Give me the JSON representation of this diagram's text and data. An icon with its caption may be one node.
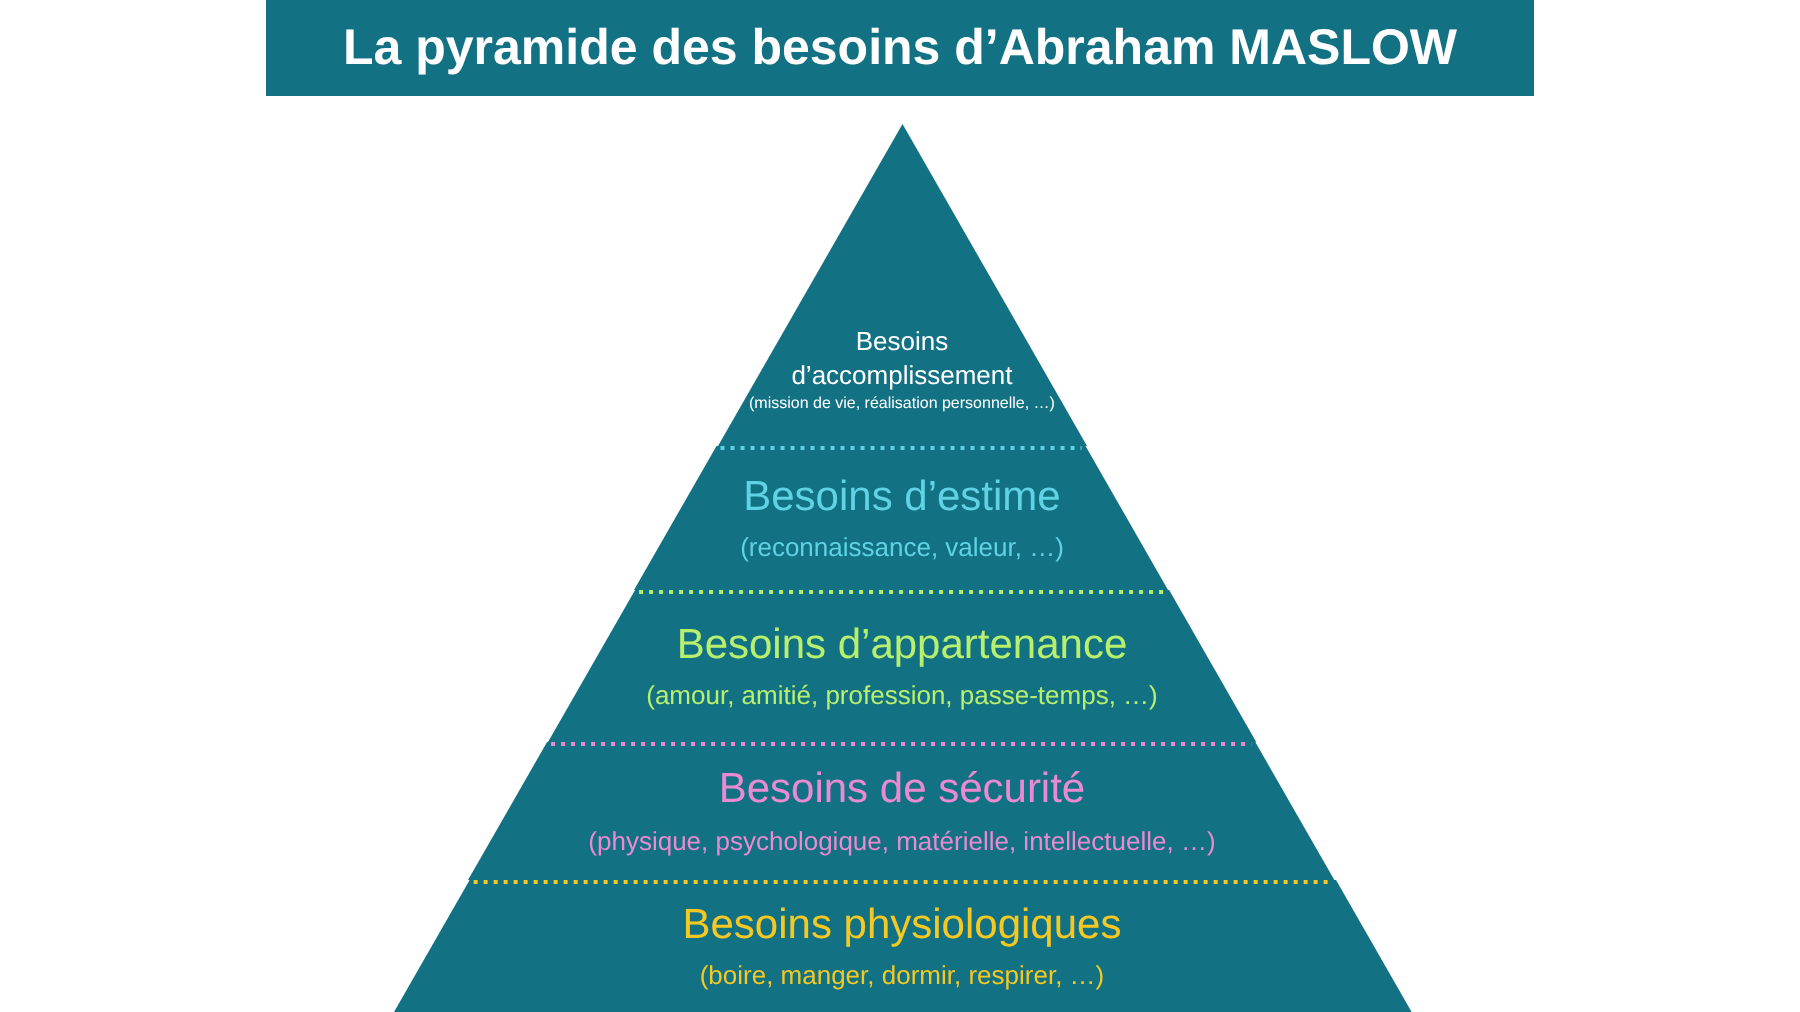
{
  "diagram": {
    "title": "La pyramide des besoins d’Abraham MASLOW",
    "nodes": [
      {
        "text": [
          "Besoins d’accomplissement",
          "(mission de vie, réalisation personnelle, …)"
        ]
      },
      {
        "text": [
          "Besoins d’estime",
          "(reconnaissance, valeur, …)"
        ]
      },
      {
        "text": [
          "Besoins d’appartenance",
          "(amour, amitié, profession, passe-temps, …)"
        ]
      },
      {
        "text": [
          "Besoins de sécurité",
          "(physique, psychologique, matérielle, intellectuelle, …)"
        ]
      },
      {
        "text": [
          "Besoins physiologiques",
          "(boire, manger, dormir, respirer, …)"
        ]
      }
    ],
    "edges": []
  }
}
